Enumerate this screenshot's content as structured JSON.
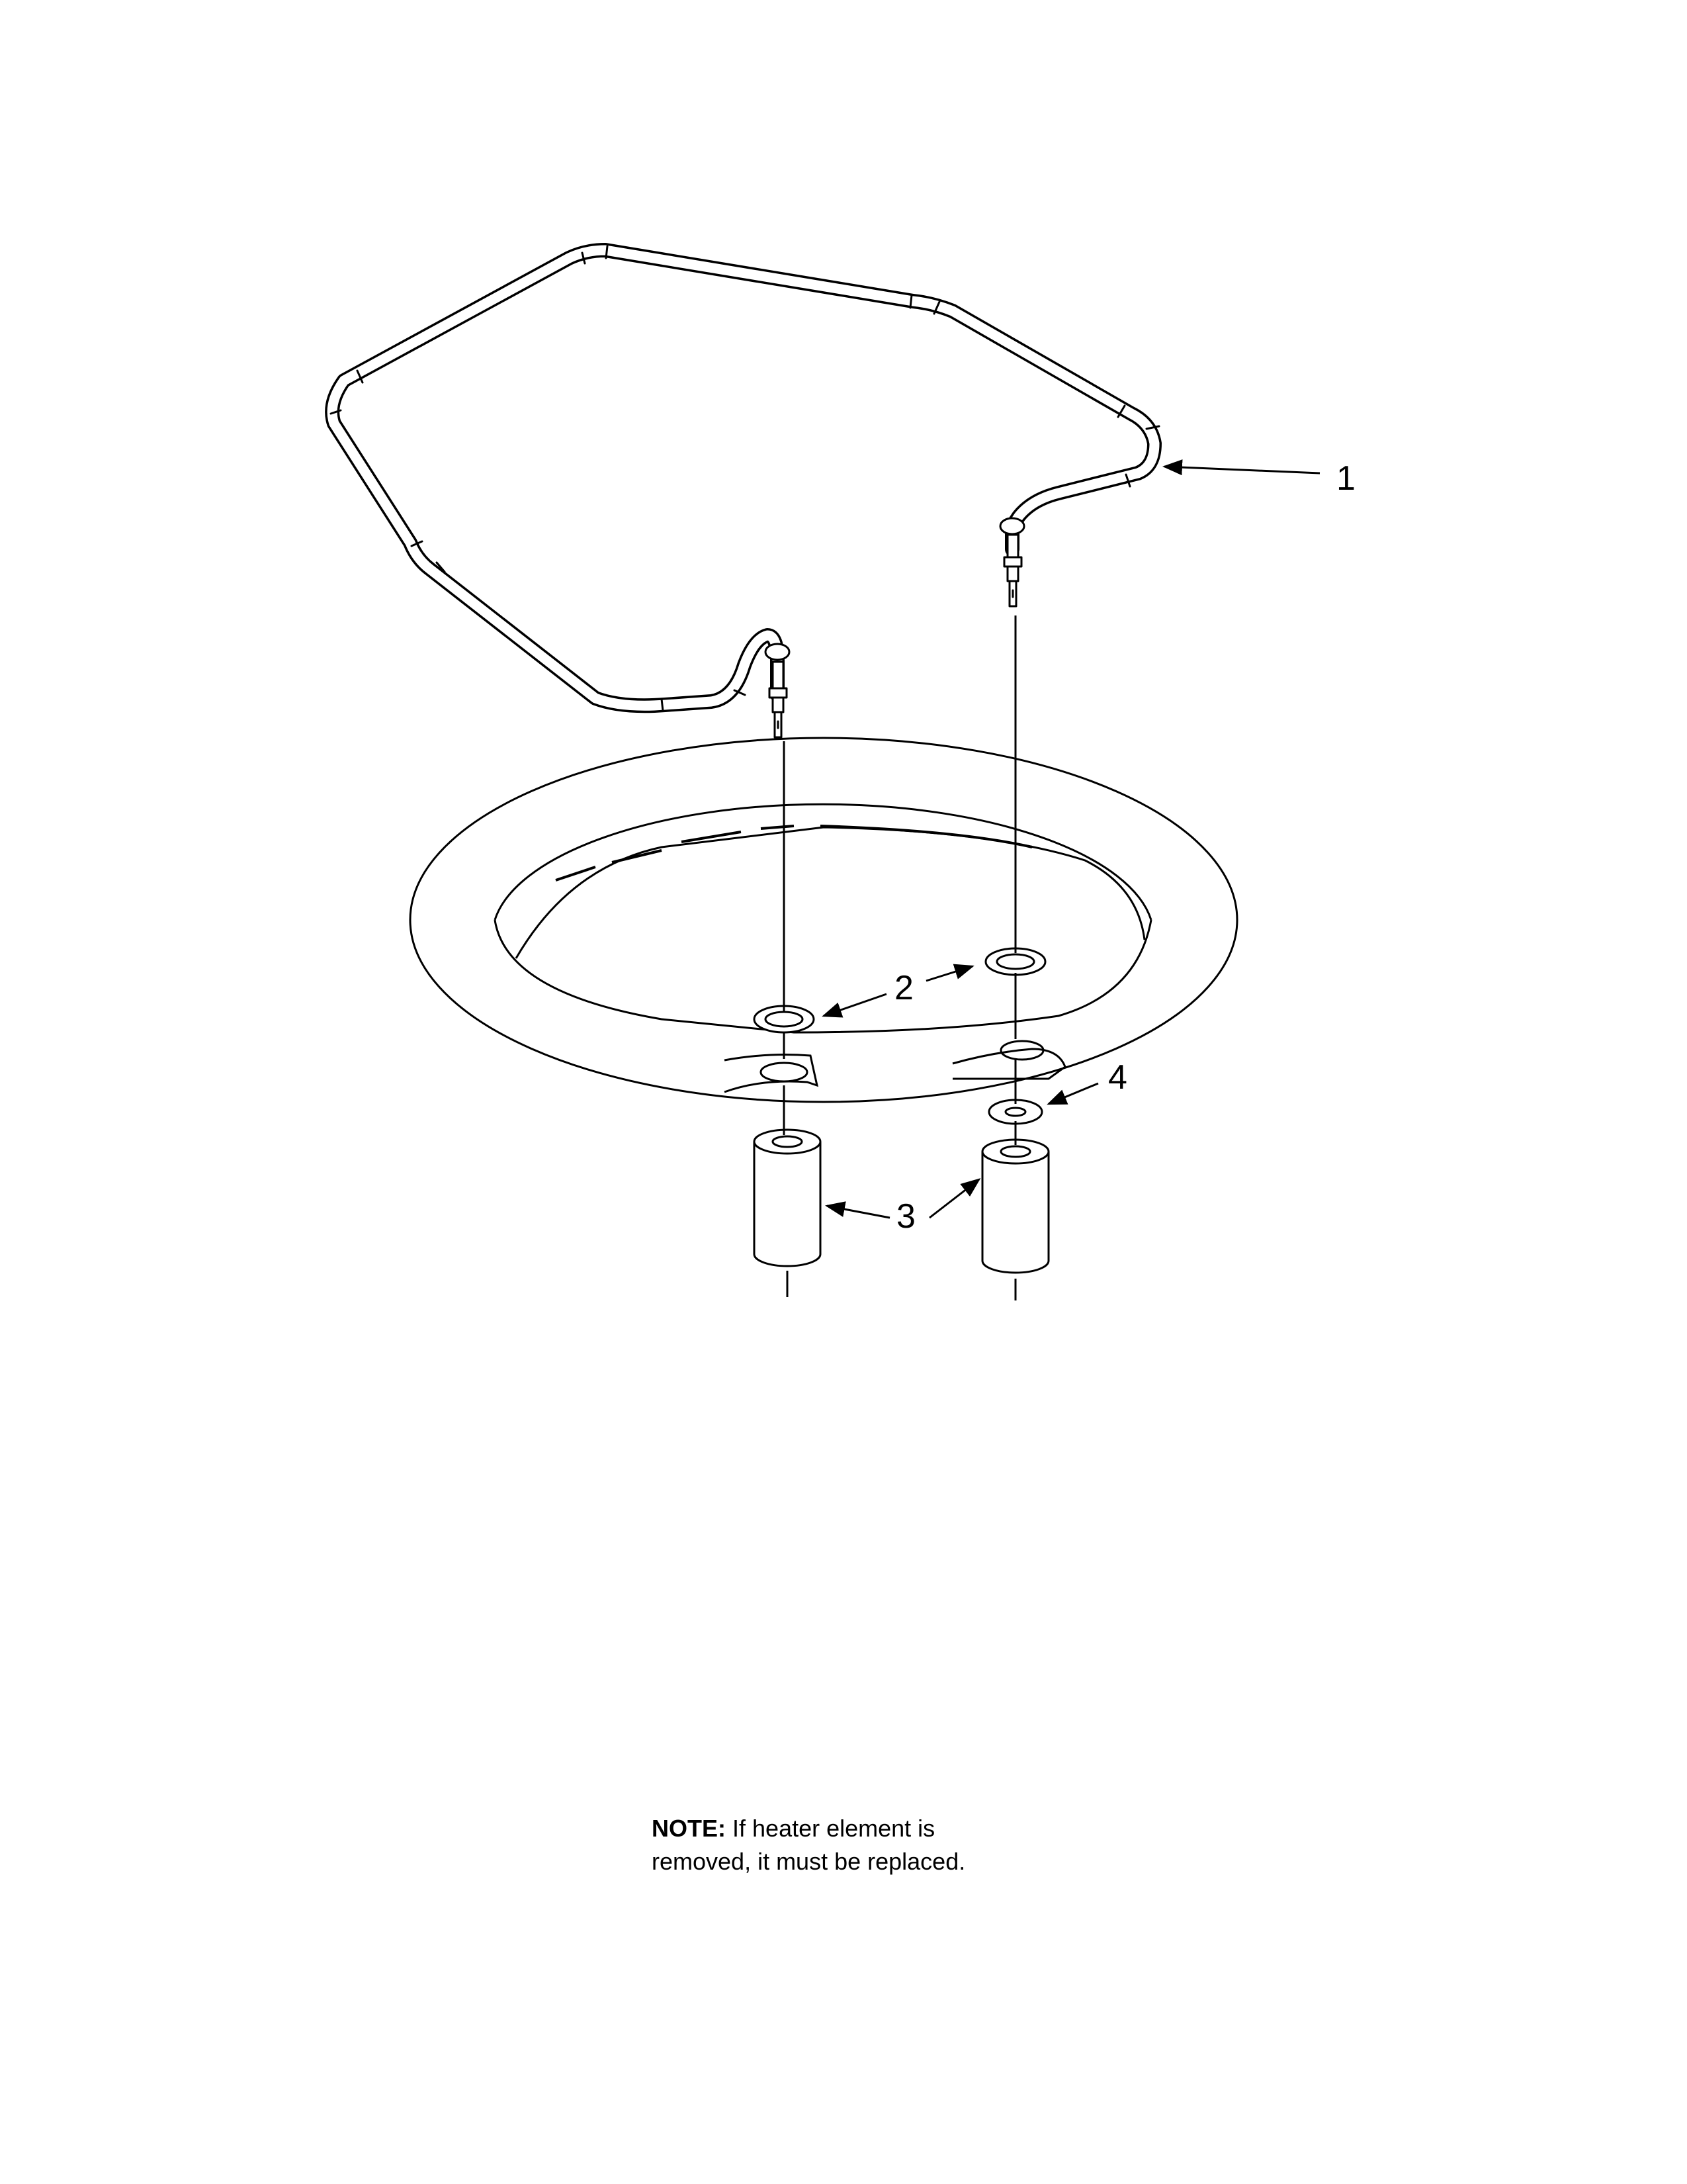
{
  "callouts": {
    "part1": "1",
    "part2": "2",
    "part3": "3",
    "part4": "4"
  },
  "note": {
    "label": "NOTE:",
    "line1": "If heater element is",
    "line2": "removed, it must be replaced."
  }
}
